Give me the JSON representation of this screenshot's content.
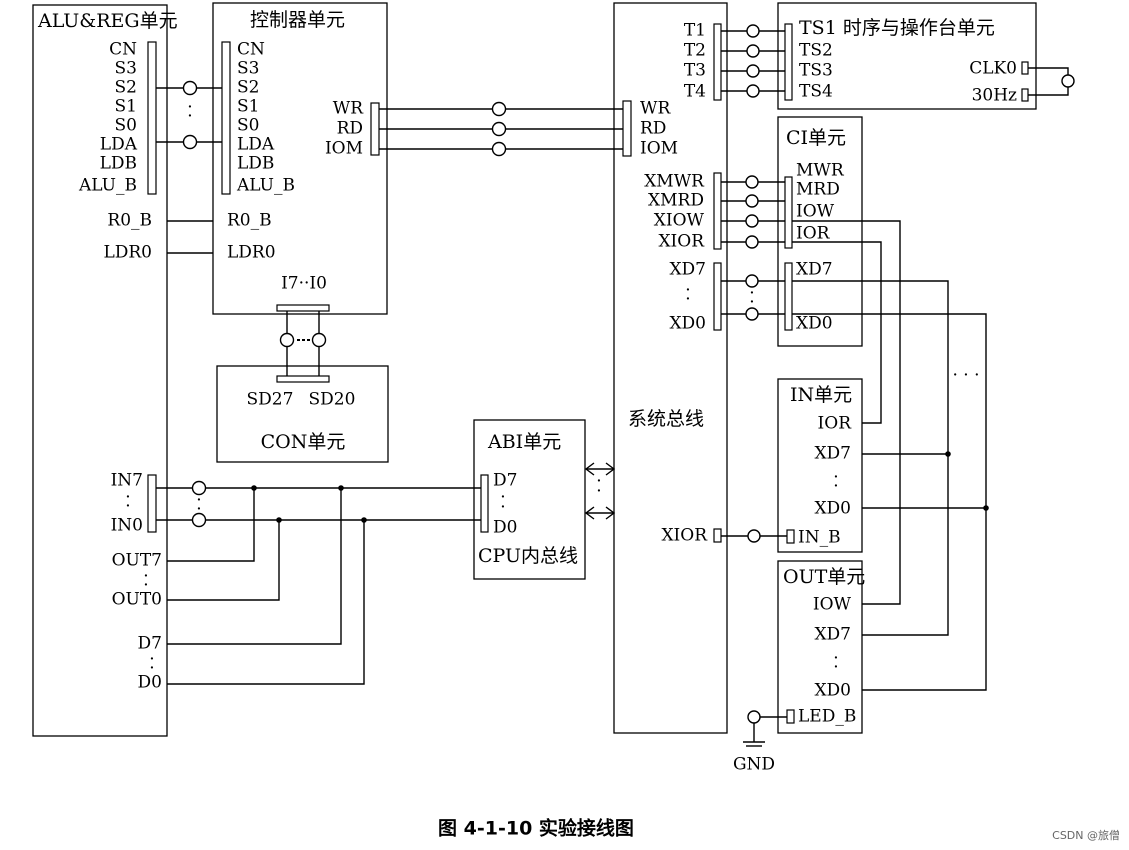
{
  "alu": {
    "title": "ALU&REG单元",
    "signals": [
      "CN",
      "S3",
      "S2",
      "S1",
      "S0",
      "LDA",
      "LDB",
      "ALU_B"
    ],
    "r0b": "R0_B",
    "ldr0": "LDR0",
    "in7": "IN7",
    "in0": "IN0",
    "out7": "OUT7",
    "out0": "OUT0",
    "d7": "D7",
    "d0": "D0"
  },
  "ctrl": {
    "title": "控制器单元",
    "signals": [
      "CN",
      "S3",
      "S2",
      "S1",
      "S0",
      "LDA",
      "LDB",
      "ALU_B"
    ],
    "r0b": "R0_B",
    "ldr0": "LDR0",
    "wr": "WR",
    "rd": "RD",
    "iom": "IOM",
    "ibus": "I7··I0"
  },
  "con": {
    "title": "CON单元",
    "sd27": "SD27",
    "sd20": "SD20"
  },
  "abi": {
    "title": "ABI单元",
    "d7": "D7",
    "d0": "D0",
    "sub": "CPU内总线"
  },
  "bus": {
    "title": "系统总线",
    "t": [
      "T1",
      "T2",
      "T3",
      "T4"
    ],
    "wr": "WR",
    "rd": "RD",
    "iom": "IOM",
    "x": [
      "XMWR",
      "XMRD",
      "XIOW",
      "XIOR"
    ],
    "xd7": "XD7",
    "xd0": "XD0",
    "xior": "XIOR"
  },
  "ts": {
    "title": "TS1 时序与操作台单元",
    "ts": [
      "TS2",
      "TS3",
      "TS4"
    ],
    "clk": "CLK0",
    "hz": "30Hz"
  },
  "ci": {
    "title": "CI单元",
    "sig": [
      "MWR",
      "MRD",
      "IOW",
      "IOR"
    ],
    "xd7": "XD7",
    "xd0": "XD0"
  },
  "in": {
    "title": "IN单元",
    "ior": "IOR",
    "xd7": "XD7",
    "xd0": "XD0",
    "inb": "IN_B"
  },
  "out": {
    "title": "OUT单元",
    "iow": "IOW",
    "xd7": "XD7",
    "xd0": "XD0",
    "ledb": "LED_B"
  },
  "gnd": "GND",
  "caption": "图 4-1-10   实验接线图",
  "watermark": "CSDN @旅僧"
}
